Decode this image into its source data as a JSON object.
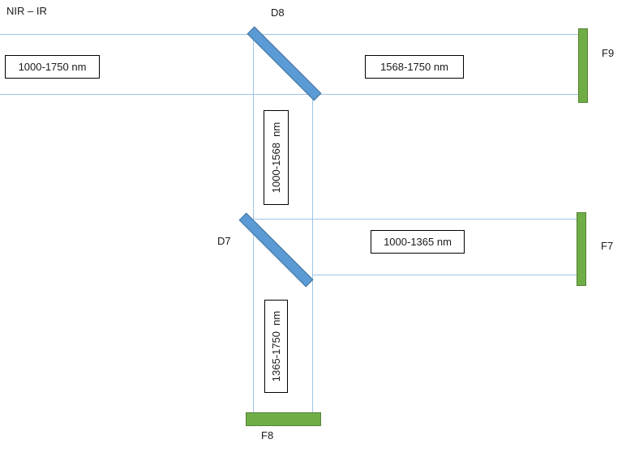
{
  "header": {
    "title": "NIR – IR"
  },
  "colors": {
    "beam": "#9DC3E6",
    "mirror_fill": "#5B9BD5",
    "mirror_border": "#41719C",
    "filter_fill": "#70AD47",
    "filter_border": "#548235"
  },
  "mirrors": {
    "d8": {
      "label": "D8"
    },
    "d7": {
      "label": "D7"
    }
  },
  "filters": {
    "f9": {
      "label": "F9"
    },
    "f7": {
      "label": "F7"
    },
    "f8": {
      "label": "F8"
    }
  },
  "wavelength_boxes": {
    "input": {
      "text": "1000-1750 nm",
      "orientation": "horizontal"
    },
    "d8_transmitted": {
      "text": "1568-1750 nm",
      "orientation": "horizontal"
    },
    "d8_reflected": {
      "text": "1000-1568  nm",
      "orientation": "vertical"
    },
    "d7_reflected": {
      "text": "1000-1365 nm",
      "orientation": "horizontal"
    },
    "d7_transmitted": {
      "text": "1365-1750  nm",
      "orientation": "vertical"
    }
  }
}
